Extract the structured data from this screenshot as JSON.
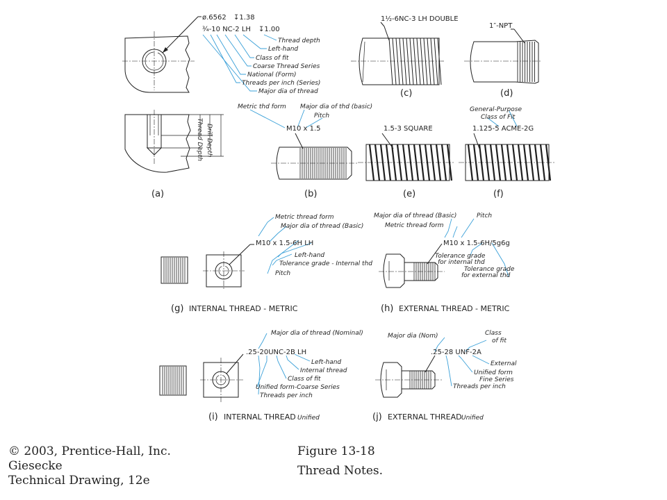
{
  "a": {
    "callout_1": "ø.6562",
    "callout_depth": "↧1.38",
    "callout_2": "¾-10 NC-2 LH",
    "callout_depth2": "↧1.00",
    "labels": [
      "Thread depth",
      "Left-hand",
      "Class of fit",
      "Coarse Thread Series",
      "National (Form)",
      "Threads per inch (Series)",
      "Major dia of thread"
    ],
    "section_labels": [
      "Thread Depth",
      "Drill Depth"
    ],
    "caption": "(a)"
  },
  "b": {
    "labels": [
      "Metric thd form",
      "Major dia of thd (basic)",
      "Pitch"
    ],
    "note": "M10 x 1.5",
    "caption": "(b)"
  },
  "c": {
    "note": "1½-6NC-3 LH DOUBLE",
    "caption": "(c)"
  },
  "d": {
    "note": "1″-NPT",
    "caption": "(d)"
  },
  "e": {
    "note": "1.5-3 SQUARE",
    "caption": "(e)"
  },
  "f": {
    "labels": [
      "General-Purpose",
      "Class of Fit"
    ],
    "note": "1.125-5 ACME-2G",
    "caption": "(f)"
  },
  "g": {
    "labels": [
      "Metric thread form",
      "Major dia of thread (Basic)",
      "Left-hand",
      "Tolerance grade - Internal thd",
      "Pitch"
    ],
    "note": "M10 x 1.5-6H LH",
    "caption_letter": "(g)",
    "caption_text": "INTERNAL THREAD - METRIC"
  },
  "h": {
    "labels": [
      "Major dia of thread (Basic)",
      "Pitch",
      "Metric thread form",
      "Tolerance grade",
      "for internal thd",
      "Tolerance grade",
      "for external thd"
    ],
    "note": "M10 x 1.5-6H/5g6g",
    "caption_letter": "(h)",
    "caption_text": "EXTERNAL THREAD - METRIC"
  },
  "i": {
    "labels": [
      "Major dia of thread (Nominal)",
      "Left-hand",
      "Internal thread",
      "Class of fit",
      "Unified form-Coarse Series",
      "Threads per inch"
    ],
    "note": ".25-20UNC-2B LH",
    "caption_letter": "(i)",
    "caption_text": "INTERNAL THREAD",
    "caption_italic": "Unified"
  },
  "j": {
    "labels": [
      "Major dia (Nom)",
      "Class",
      "of fit",
      "External",
      "Unified form",
      "Fine Series",
      "Threads per inch"
    ],
    "note": ".25-28 UNF-2A",
    "caption_letter": "(j)",
    "caption_text": "EXTERNAL THREAD",
    "caption_italic": "Unified"
  },
  "footer": {
    "copyright": "© 2003, Prentice-Hall, Inc.",
    "author": "Giesecke",
    "book": "Technical Drawing, 12e",
    "figure": "Figure 13-18",
    "title": "Thread Notes."
  }
}
